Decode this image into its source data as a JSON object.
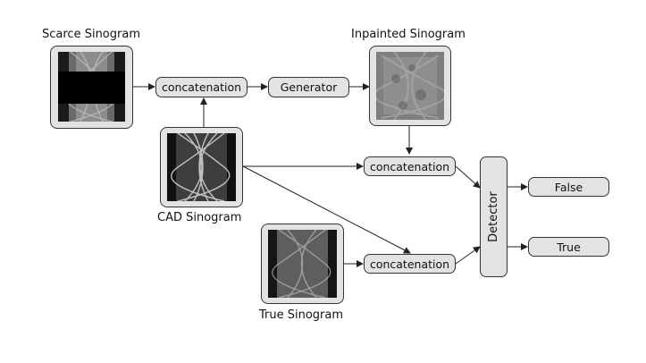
{
  "labels": {
    "scarce": "Scarce Sinogram",
    "inpainted": "Inpainted Sinogram",
    "cad": "CAD Sinogram",
    "true_sino": "True Sinogram"
  },
  "nodes": {
    "concat_top": "concatenation",
    "generator": "Generator",
    "concat_mid": "concatenation",
    "concat_bottom": "concatenation",
    "detector": "Detector",
    "false_out": "False",
    "true_out": "True"
  },
  "colors": {
    "box_fill": "#e3e3e3",
    "stroke": "#333333"
  }
}
